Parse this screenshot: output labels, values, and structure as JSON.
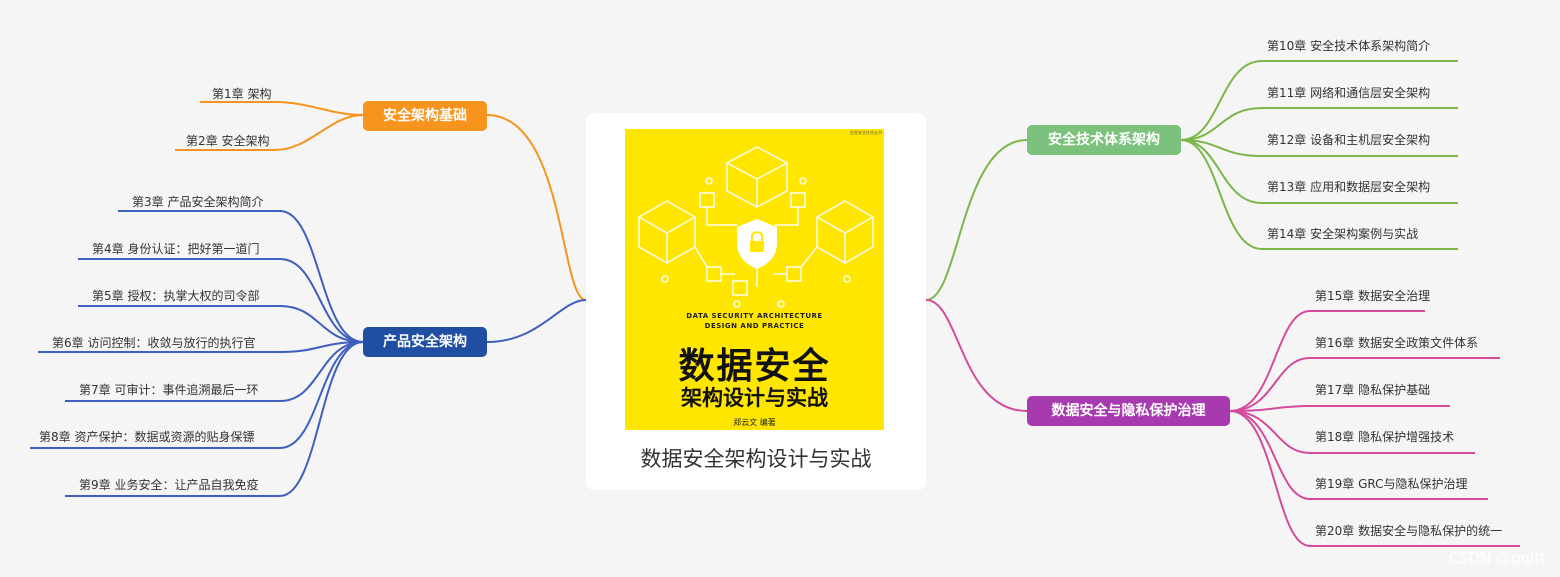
{
  "center": {
    "caption": "数据安全架构设计与实战",
    "cover": {
      "english_line1": "DATA SECURITY ARCHITECTURE",
      "english_line2": "DESIGN AND PRACTICE",
      "title_line1": "数据安全",
      "title_line2": "架构设计与实战",
      "author": "郑云文 编著",
      "tiny_text": "信息安全技术丛书",
      "bg_color": "#ffe600"
    }
  },
  "branches": {
    "b1": {
      "label": "安全架构基础",
      "color": "#f7941d",
      "leaves": [
        "第1章 架构",
        "第2章 安全架构"
      ]
    },
    "b2": {
      "label": "产品安全架构",
      "color": "#1f4ea3",
      "line_color": "#3f5fbf",
      "leaves": [
        "第3章 产品安全架构简介",
        "第4章 身份认证：把好第一道门",
        "第5章 授权：执掌大权的司令部",
        "第6章 访问控制：收敛与放行的执行官",
        "第7章 可审计：事件追溯最后一环",
        "第8章 资产保护：数据或资源的贴身保镖",
        "第9章 业务安全：让产品自我免疫"
      ]
    },
    "b3": {
      "label": "安全技术体系架构",
      "color": "#7cc27c",
      "line_color": "#7ab648",
      "leaves": [
        "第10章 安全技术体系架构简介",
        "第11章 网络和通信层安全架构",
        "第12章 设备和主机层安全架构",
        "第13章 应用和数据层安全架构",
        "第14章 安全架构案例与实战"
      ]
    },
    "b4": {
      "label": "数据安全与隐私保护治理",
      "color": "#a83ab0",
      "line_color": "#d44b9c",
      "leaves": [
        "第15章 数据安全治理",
        "第16章 数据安全政策文件体系",
        "第17章 隐私保护基础",
        "第18章 隐私保护增强技术",
        "第19章 GRC与隐私保护治理",
        "第20章 数据安全与隐私保护的统一"
      ]
    }
  },
  "watermark": "CSDN @gqltt"
}
